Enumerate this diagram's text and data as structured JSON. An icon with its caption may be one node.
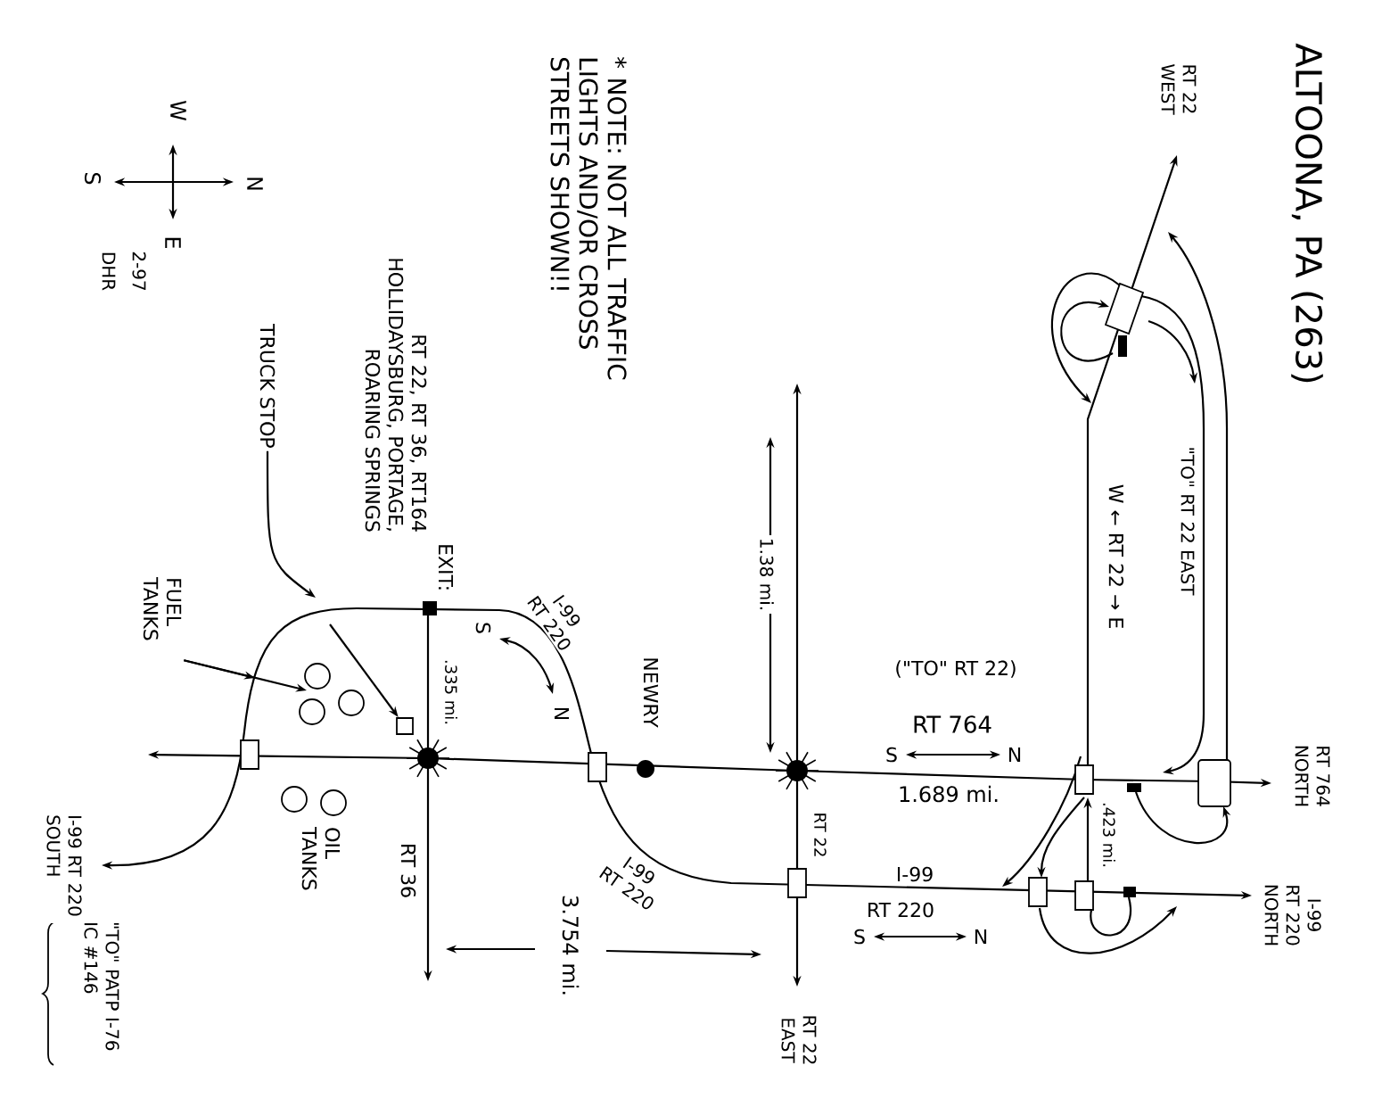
{
  "diagram": {
    "title": "ALTOONA, PA (263)",
    "nodes": [
      {
        "text": [
          "TRUCK STOP"
        ]
      },
      {
        "text": [
          "FUEL TANKS"
        ]
      },
      {
        "text": [],
        "shape": "box"
      }
    ],
    "edges": [
      {
        "from": 0,
        "to": null,
        "arrow": "to"
      },
      {
        "from": 1,
        "to": null,
        "arrow": "to"
      },
      {
        "from": 1,
        "to": null,
        "arrow": "to"
      },
      {
        "from": null,
        "to": 2,
        "arrow": "to"
      }
    ],
    "labels": [
      "* NOTE: NOT ALL TRAFFIC LIGHTS AND/OR CROSS STREETS SHOWN!!",
      "W",
      "N",
      "E",
      "S",
      "2-97",
      "DHR",
      "EXIT:",
      "RT 22, RT 36, RT164 HOLLIDAYSBURG, PORTAGE, ROARING SPRINGS",
      "I-99 RT 220",
      "S",
      "N",
      ".335 mi.",
      "NEWRY",
      "1.38 mi.",
      "RT 22 WEST",
      "\"TO\" RT 22 EAST",
      "W ← RT 22 → E",
      "(\"TO\" RT 22)",
      "RT 764",
      "S",
      "N",
      "1.689 mi.",
      "RT 764 NORTH",
      ".423 mi.",
      "RT 22",
      "I-99",
      "RT 220",
      "S",
      "N",
      "I-99 RT 220 NORTH",
      "RT 22 EAST",
      "RT 36",
      "I-99 RT 220",
      "3.754 mi.",
      "OIL TANKS",
      "I-99 RT 220 SOUTH",
      "\"TO\" PATP I-76 IC #146"
    ]
  }
}
